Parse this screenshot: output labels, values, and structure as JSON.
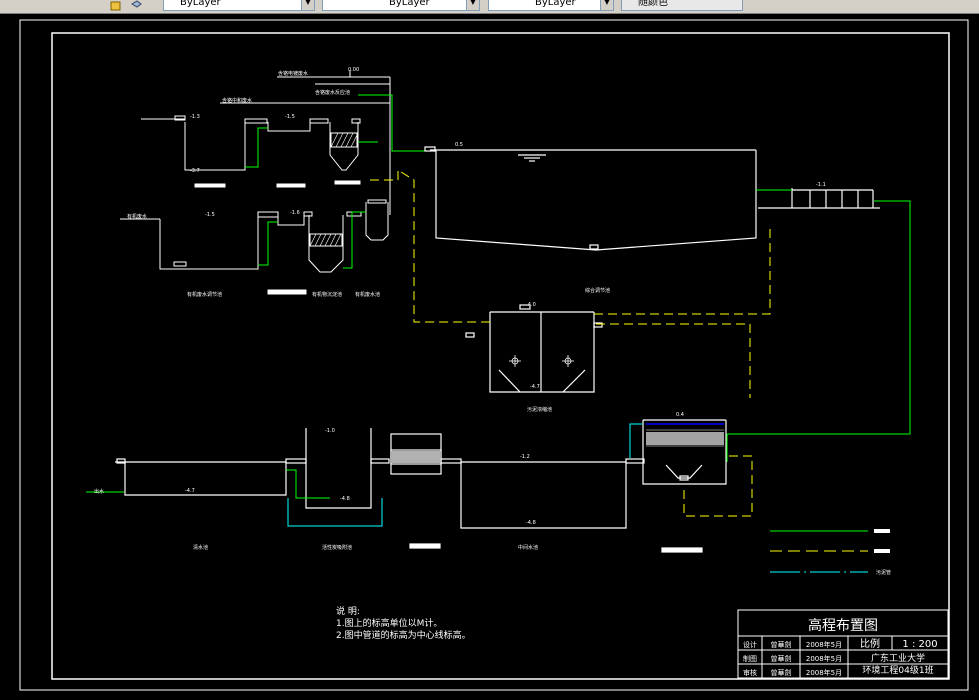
{
  "toolbar": {
    "linetype_value": "ByLayer",
    "lineweight_value": "ByLayer",
    "color_value": "ByLayer",
    "plotstyle_value": "随颜色"
  },
  "drawing": {
    "tank_labels": {
      "acid_waste": "含铬电镀废水",
      "chrome_reduce": "含铬废水反应池",
      "chrome_neutral": "含铬中和废水",
      "organic_waste": "有机废水",
      "organic_reg": "有机废水调节池",
      "organic_precip": "有机物沉淀池",
      "organic_adsorb": "有机废水池",
      "equalization": "综合调节池",
      "sludge": "污泥浓缩池",
      "clear_water": "清水池",
      "activated_carbon": "活性炭吸附池",
      "mid_pool": "中间水池",
      "inlet": "出水"
    },
    "legend": {
      "sludge_line": "污泥管"
    },
    "notes": {
      "heading": "说 明:",
      "line1": "1.图上的标高单位以M计。",
      "line2": "2.图中管道的标高为中心线标高。"
    },
    "title_block": {
      "title": "高程布置图",
      "scale_label": "比例",
      "scale_value": "1 : 200",
      "rows": [
        {
          "role": "设计",
          "name": "曾華劍",
          "date": "2008年5月"
        },
        {
          "role": "制图",
          "name": "曾華劍",
          "date": "2008年5月"
        },
        {
          "role": "审核",
          "name": "曾華劍",
          "date": "2008年5月"
        }
      ],
      "school": "广东工业大学",
      "class": "环境工程04级1班"
    }
  },
  "colors": {
    "background": "#000000",
    "line_white": "#ffffff",
    "line_green": "#00ff00",
    "line_yellow": "#ffff00",
    "line_cyan": "#00ffff",
    "line_blue": "#0000ff"
  }
}
